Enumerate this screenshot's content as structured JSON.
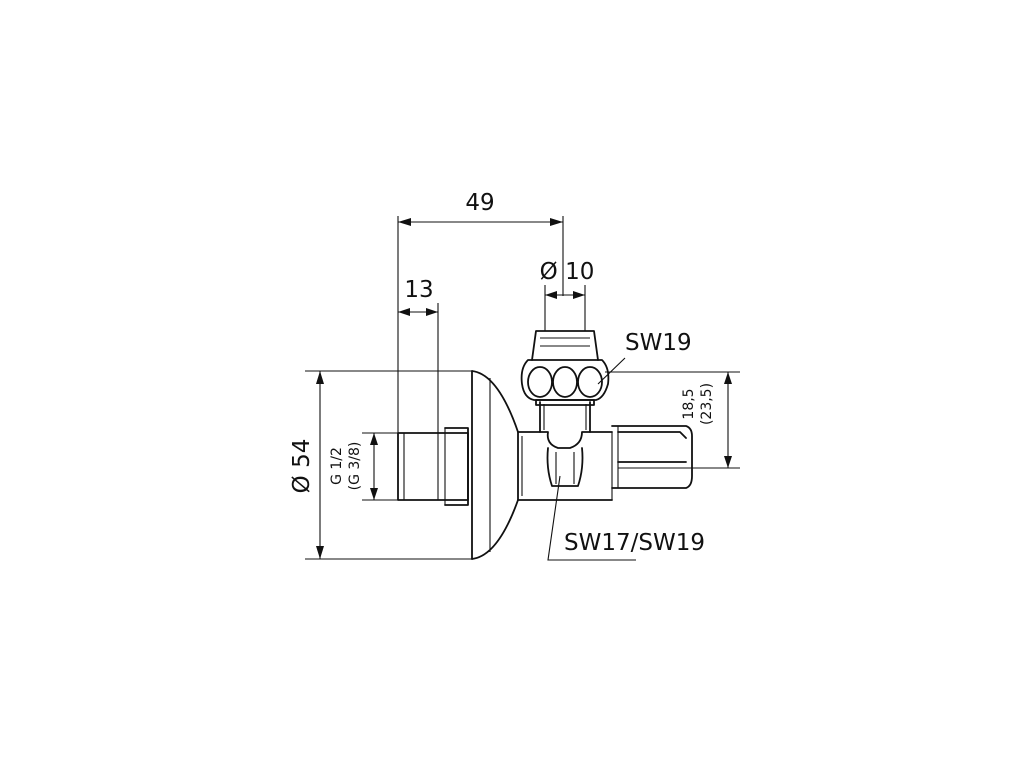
{
  "labels": {
    "length_49": "49",
    "length_13": "13",
    "diameter_10": "Ø 10",
    "wrench_top": "SW19",
    "wrench_bottom": "SW17/SW19",
    "diameter_54": "Ø 54",
    "thread_main": "G 1/2",
    "thread_alt": "(G 3/8)",
    "height_main": "18,5",
    "height_alt": "(23,5)"
  },
  "colors": {
    "line": "#111111",
    "background": "#ffffff"
  }
}
